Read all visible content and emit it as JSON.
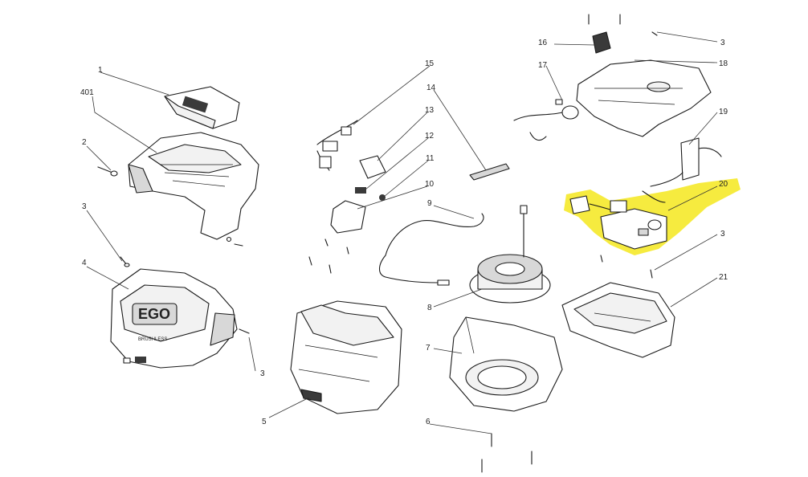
{
  "diagram": {
    "highlight_color": "#f5e92a",
    "part_labels": [
      "1",
      "401",
      "2",
      "3",
      "4",
      "3",
      "5",
      "15",
      "14",
      "13",
      "12",
      "11",
      "10",
      "9",
      "8",
      "7",
      "6",
      "16",
      "17",
      "3",
      "18",
      "19",
      "20",
      "3",
      "21"
    ],
    "brand_text": "EGO",
    "badge_text": "BRUSHLESS"
  }
}
